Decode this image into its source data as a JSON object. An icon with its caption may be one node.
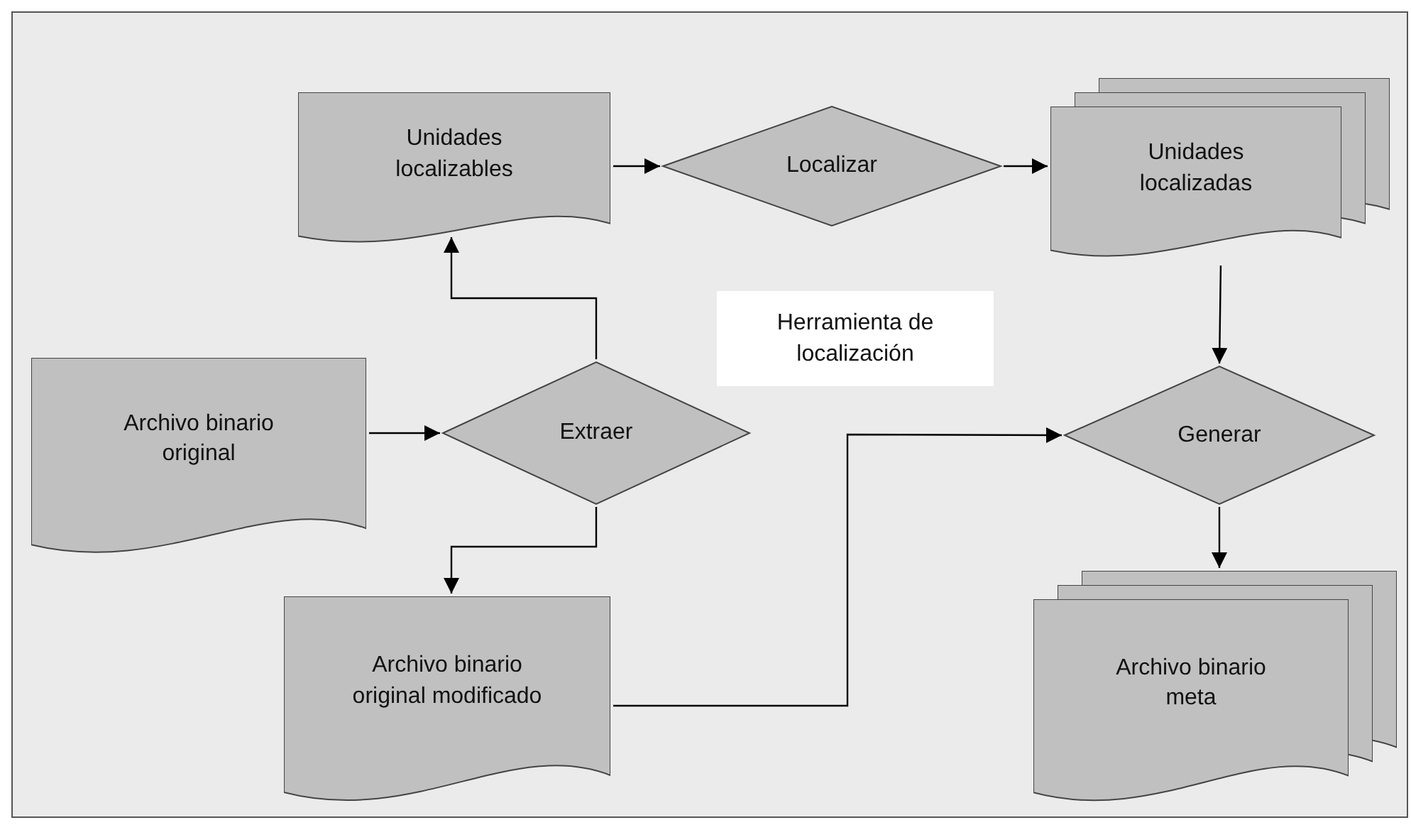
{
  "diagram": {
    "nodes": [
      {
        "text": [
          "Unidades localizables"
        ]
      },
      {
        "text": [
          "Localizar"
        ]
      },
      {
        "text": [
          "Unidades localizadas"
        ]
      },
      {
        "text": [
          "Herramienta de localización"
        ]
      },
      {
        "text": [
          "Archivo binario original"
        ]
      },
      {
        "text": [
          "Extraer"
        ]
      },
      {
        "text": [
          "Generar"
        ]
      },
      {
        "text": [
          "Archivo binario original modificado"
        ]
      },
      {
        "text": [
          "Archivo binario meta"
        ]
      }
    ],
    "edges": [
      {
        "from": 4,
        "to": 5,
        "arrow": "to"
      },
      {
        "from": 5,
        "to": 0,
        "arrow": "to"
      },
      {
        "from": 5,
        "to": 7,
        "arrow": "to"
      },
      {
        "from": 0,
        "to": 1,
        "arrow": "to"
      },
      {
        "from": 1,
        "to": 2,
        "arrow": "to"
      },
      {
        "from": 2,
        "to": 6,
        "arrow": "to"
      },
      {
        "from": 7,
        "to": 6,
        "arrow": "to"
      },
      {
        "from": 6,
        "to": 8,
        "arrow": "to"
      }
    ]
  }
}
